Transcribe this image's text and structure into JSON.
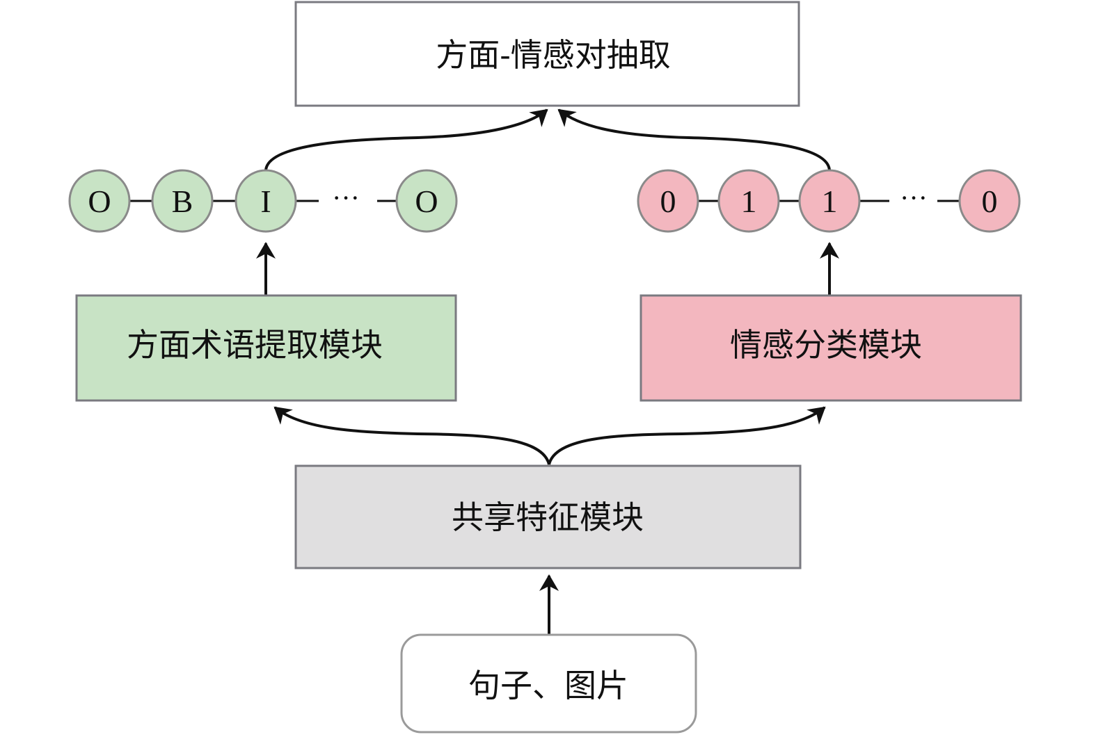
{
  "title": "方面-情感对抽取",
  "colors": {
    "aspect": "#c8e3c5",
    "sentiment": "#f3b7bf",
    "shared": "#e0dfe0",
    "border": "#7a7a80",
    "arrow": "#111111"
  },
  "output_box": {
    "label": "方面-情感对抽取"
  },
  "aspect_sequence": {
    "nodes": [
      "O",
      "B",
      "I",
      "O"
    ],
    "ellipsis": "···"
  },
  "sentiment_sequence": {
    "nodes": [
      "0",
      "1",
      "1",
      "0"
    ],
    "ellipsis": "···"
  },
  "aspect_module": {
    "label": "方面术语提取模块"
  },
  "sentiment_module": {
    "label": "情感分类模块"
  },
  "shared_module": {
    "label": "共享特征模块"
  },
  "input_box": {
    "label": "句子、图片"
  }
}
